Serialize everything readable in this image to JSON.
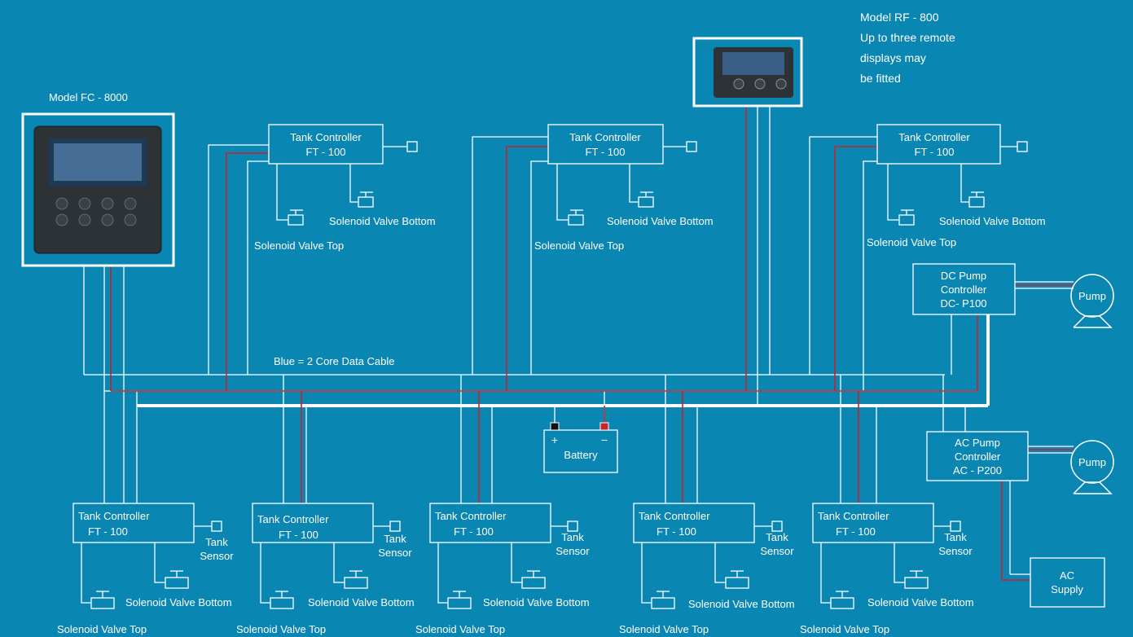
{
  "colors": {
    "background": "#0a86b2",
    "data_cable": "#ffffff",
    "power_cable": "#c8232c"
  },
  "legend": "Blue = 2 Core Data Cable",
  "main_display": {
    "label": "Model FC - 8000"
  },
  "remote_display": {
    "lines": [
      "Model RF - 800",
      "Up to three remote",
      "displays may",
      "be fitted"
    ]
  },
  "tank_controller": {
    "title": "Tank Controller",
    "model": "FT - 100",
    "valve_top": "Solenoid Valve Top",
    "valve_bottom": "Solenoid Valve Bottom",
    "sensor_line1": "Tank",
    "sensor_line2": "Sensor"
  },
  "dc_pump_controller": {
    "lines": [
      "DC Pump",
      "Controller",
      "DC- P100"
    ]
  },
  "ac_pump_controller": {
    "lines": [
      "AC Pump",
      "Controller",
      "AC - P200"
    ]
  },
  "pump_label": "Pump",
  "battery": {
    "label": "Battery",
    "plus": "+",
    "minus": "−"
  },
  "ac_supply": {
    "lines": [
      "AC",
      "Supply"
    ]
  }
}
